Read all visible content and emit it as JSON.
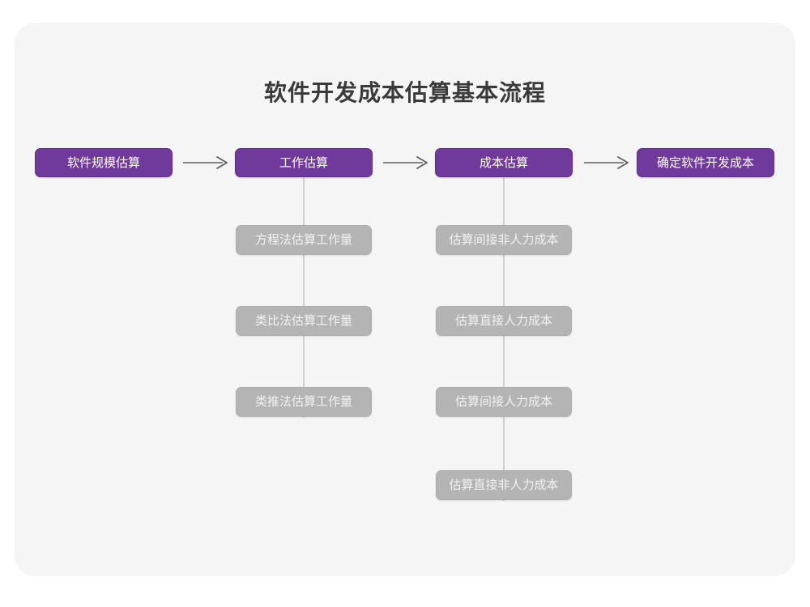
{
  "diagram": {
    "title": "软件开发成本估算基本流程",
    "colors": {
      "card_background": "#f5f5f6",
      "page_background": "#ffffff",
      "primary_node": "#70399c",
      "primary_node_border": "#5e2f86",
      "secondary_node": "#b4b4b4",
      "connector_line": "#cfcfcf",
      "title_text": "#3a3a3a",
      "node_text": "#ffffff"
    },
    "main_flow": [
      {
        "id": "step-1",
        "label": "软件规模估算"
      },
      {
        "id": "step-2",
        "label": "工作估算"
      },
      {
        "id": "step-3",
        "label": "成本估算"
      },
      {
        "id": "step-4",
        "label": "确定软件开发成本"
      }
    ],
    "arrows": [
      {
        "id": "arrow-1",
        "glyph": "arrow-right-icon"
      },
      {
        "id": "arrow-2",
        "glyph": "arrow-right-icon"
      },
      {
        "id": "arrow-3",
        "glyph": "arrow-right-icon"
      }
    ],
    "branch_work_estimation": {
      "parent": "工作估算",
      "items": [
        {
          "id": "work-1",
          "label": "方程法估算工作量"
        },
        {
          "id": "work-2",
          "label": "类比法估算工作量"
        },
        {
          "id": "work-3",
          "label": "类推法估算工作量"
        }
      ]
    },
    "branch_cost_estimation": {
      "parent": "成本估算",
      "items": [
        {
          "id": "cost-1",
          "label": "估算间接非人力成本"
        },
        {
          "id": "cost-2",
          "label": "估算直接人力成本"
        },
        {
          "id": "cost-3",
          "label": "估算间接人力成本"
        },
        {
          "id": "cost-4",
          "label": "估算直接非人力成本"
        }
      ]
    }
  }
}
